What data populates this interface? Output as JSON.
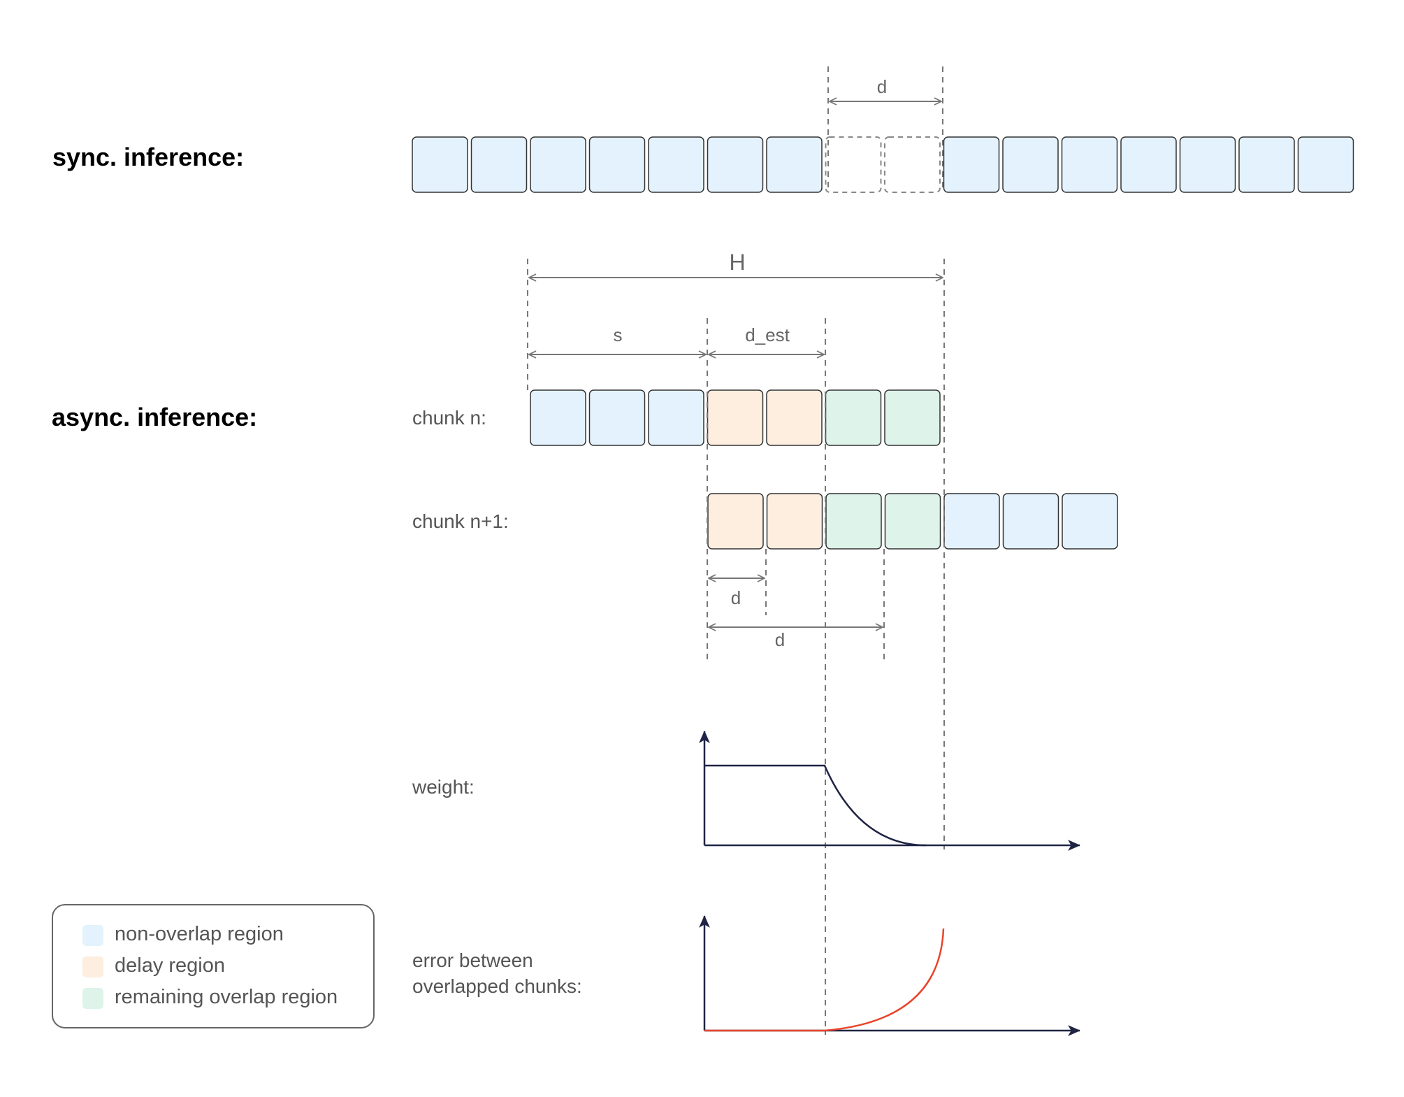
{
  "headings": {
    "sync": "sync. inference:",
    "async": "async. inference:"
  },
  "rows": {
    "chunk_n": "chunk n:",
    "chunk_n1": "chunk n+1:",
    "weight": "weight:",
    "error_line1": "error between",
    "error_line2": "overlapped chunks:"
  },
  "dimensions": {
    "sync_d": "d",
    "H": "H",
    "s": "s",
    "d_est": "d_est",
    "d_small": "d",
    "d_large": "d"
  },
  "legend": {
    "items": [
      {
        "label": "non-overlap region",
        "color": "#e3f2fc"
      },
      {
        "label": "delay region",
        "color": "#fdeee0"
      },
      {
        "label": "remaining overlap region",
        "color": "#def3ea"
      }
    ]
  },
  "colors": {
    "non_overlap": "#e3f2fc",
    "delay": "#fdeee0",
    "overlap": "#def3ea",
    "axis": "#1f2444",
    "error_curve": "#e8452c"
  },
  "sequences": {
    "sync_row": [
      "non-overlap",
      "non-overlap",
      "non-overlap",
      "non-overlap",
      "non-overlap",
      "non-overlap",
      "non-overlap",
      "empty",
      "empty",
      "non-overlap",
      "non-overlap",
      "non-overlap",
      "non-overlap",
      "non-overlap",
      "non-overlap",
      "non-overlap"
    ],
    "chunk_n": [
      "non-overlap",
      "non-overlap",
      "non-overlap",
      "delay",
      "delay",
      "overlap",
      "overlap"
    ],
    "chunk_n1": [
      "delay",
      "delay",
      "overlap",
      "overlap",
      "non-overlap",
      "non-overlap",
      "non-overlap"
    ]
  }
}
